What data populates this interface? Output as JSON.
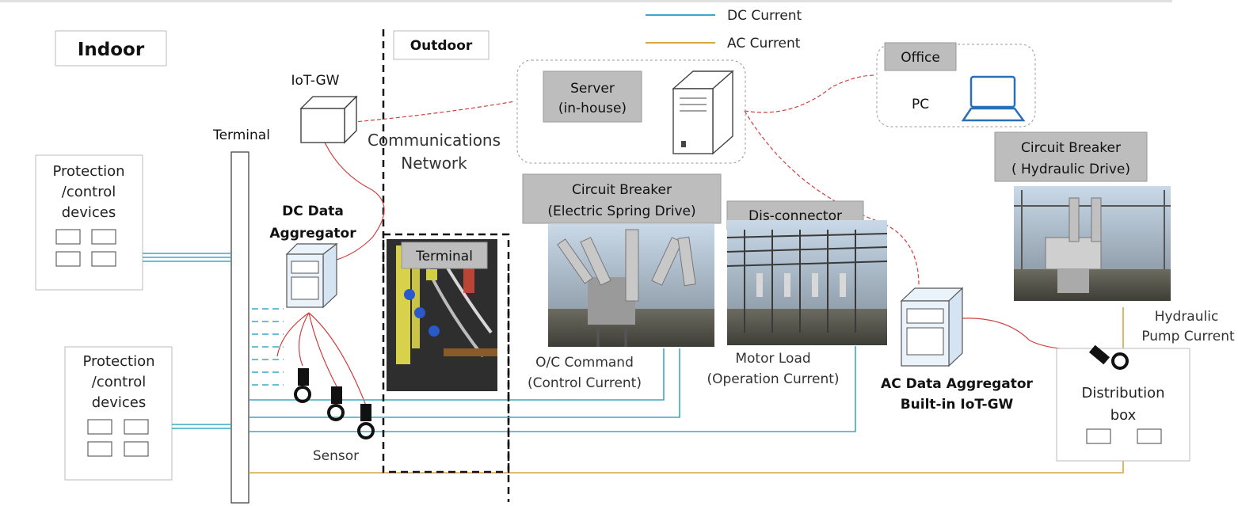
{
  "legend": {
    "dc": "DC Current",
    "ac": "AC Current"
  },
  "labels": {
    "indoor": "Indoor",
    "outdoor": "Outdoor",
    "iot_gw": "IoT-GW",
    "terminal_indoor": "Terminal",
    "comm_network_line1": "Communications",
    "comm_network_line2": "Network",
    "server_line1": "Server",
    "server_line2": "(in-house)",
    "office": "Office",
    "pc": "PC",
    "protection_top_1": "Protection",
    "protection_top_2": "/control",
    "protection_top_3": "devices",
    "protection_bottom_1": "Protection",
    "protection_bottom_2": "/control",
    "protection_bottom_3": "devices",
    "dc_agg_line1": "DC Data",
    "dc_agg_line2": "Aggregator",
    "terminal_outdoor": "Terminal",
    "cb_electric_line1": "Circuit Breaker",
    "cb_electric_line2": "(Electric Spring Drive)",
    "disconnector": "Dis-connector",
    "cb_hydraulic_line1": "Circuit Breaker",
    "cb_hydraulic_line2": "( Hydraulic Drive)",
    "oc_command_line1": "O/C Command",
    "oc_command_line2": "(Control Current)",
    "motor_load_line1": "Motor Load",
    "motor_load_line2": "(Operation Current)",
    "ac_agg_line1": "AC Data Aggregator",
    "ac_agg_line2": "Built-in IoT-GW",
    "hydraulic_line1": "Hydraulic",
    "hydraulic_line2": "Pump Current",
    "distribution_line1": "Distribution",
    "distribution_line2": "box",
    "sensor": "Sensor"
  },
  "colors": {
    "dc": "#3aa9c9",
    "ac": "#d9a540",
    "network": "#d04040",
    "label_fill": "#bdbdbd"
  }
}
